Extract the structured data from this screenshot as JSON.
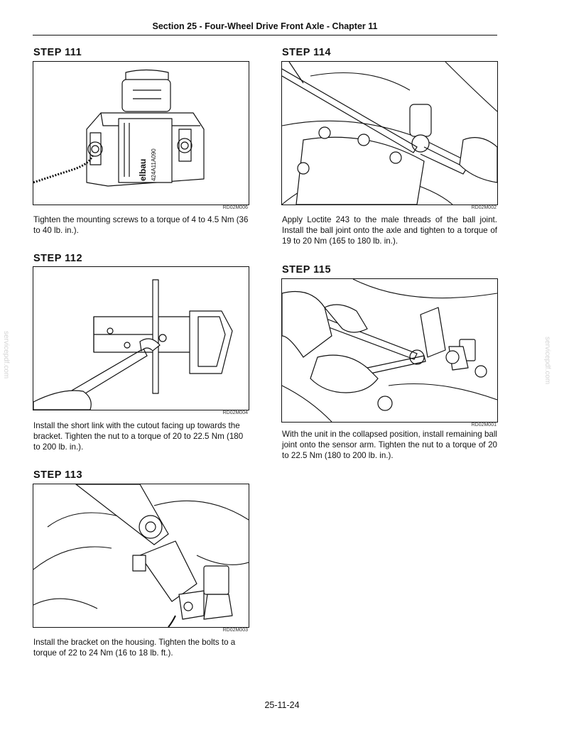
{
  "header": "Section 25 - Four-Wheel Drive Front Axle - Chapter 11",
  "watermark": "servicepdf.com",
  "page_number": "25-11-24",
  "steps": [
    {
      "title": "STEP  111",
      "figure_code": "RD02M006",
      "sensor_text_1": "elbau",
      "sensor_text_2": "424A11A090",
      "text": "Tighten the mounting screws to a torque of 4 to 4.5 Nm (36 to 40 lb. in.)."
    },
    {
      "title": "STEP  112",
      "figure_code": "RD02M004",
      "text": "Install the short link with the cutout facing up towards the bracket. Tighten the nut to a torque of 20 to 22.5 Nm (180 to 200 lb. in.)."
    },
    {
      "title": "STEP  113",
      "figure_code": "RD02M003",
      "text": "Install the bracket on the housing. Tighten the bolts to a torque of 22 to 24 Nm (16 to 18 lb. ft.)."
    },
    {
      "title": "STEP  114",
      "figure_code": "RD02M002",
      "text": "Apply Loctite 243 to the male threads of the ball joint. Install the ball joint onto the axle and tighten to a torque of 19 to 20 Nm (165 to 180 lb. in.)."
    },
    {
      "title": "STEP  115",
      "figure_code": "RD02M001",
      "text": "With the unit in the collapsed position, install remaining ball joint onto the sensor arm. Tighten the nut to a torque of 20 to 22.5 Nm (180 to 200 lb. in.)."
    }
  ]
}
